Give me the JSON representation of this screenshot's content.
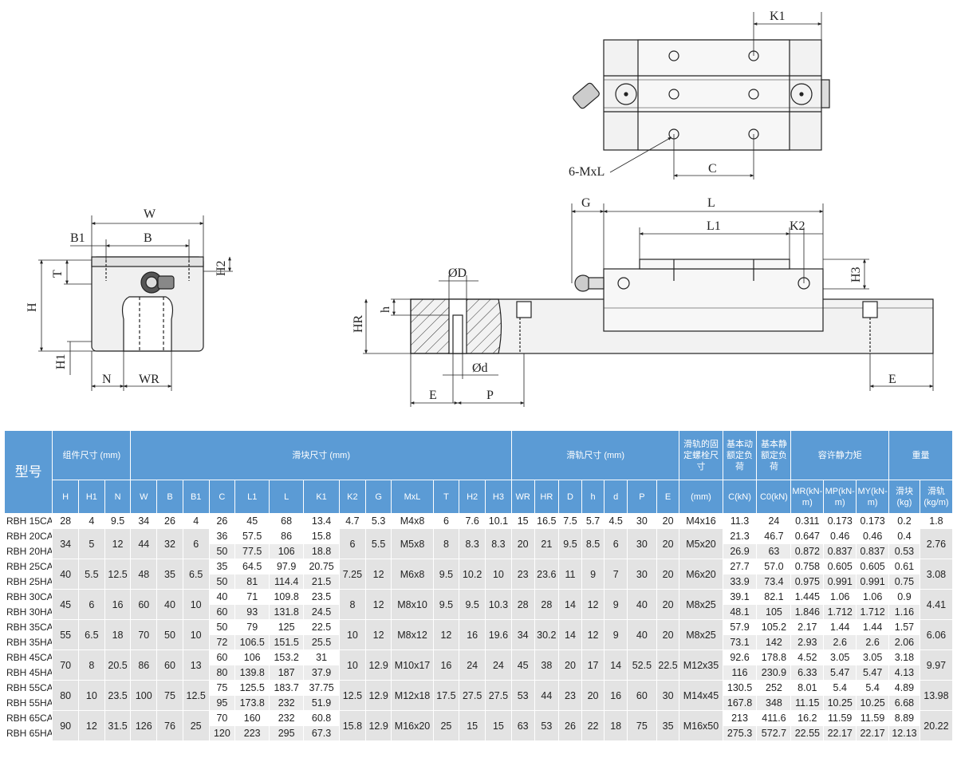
{
  "drawing": {
    "labels": {
      "w": "W",
      "b1": "B1",
      "b": "B",
      "t": "T",
      "h": "H",
      "h2": "H2",
      "h1": "H1",
      "n": "N",
      "wr": "WR",
      "k1": "K1",
      "mxl": "6-MxL",
      "c": "C",
      "g": "G",
      "l": "L",
      "l1": "L1",
      "k2": "K2",
      "h3": "H3",
      "phi_d_big": "ØD",
      "phi_d_small": "Ød",
      "h_small": "h",
      "hr": "HR",
      "e_left": "E",
      "p": "P",
      "e_right": "E"
    }
  },
  "table": {
    "group_headers": {
      "model": "型号",
      "assembly": "组件尺寸 (mm)",
      "block": "滑块尺寸 (mm)",
      "rail": "滑轨尺寸 (mm)",
      "screw": "滑轨的固定螺栓尺寸",
      "dyn": "基本动额定负荷",
      "stat": "基本静额定负荷",
      "moment": "容许静力矩",
      "weight": "重量"
    },
    "sub_headers": [
      "H",
      "H1",
      "N",
      "W",
      "B",
      "B1",
      "C",
      "L1",
      "L",
      "K1",
      "K2",
      "G",
      "MxL",
      "T",
      "H2",
      "H3",
      "WR",
      "HR",
      "D",
      "h",
      "d",
      "P",
      "E",
      "(mm)",
      "C(kN)",
      "C0(kN)",
      "MR(kN-m)",
      "MP(kN-m)",
      "MY(kN-m)",
      "滑块(kg)",
      "滑轨(kg/m)"
    ],
    "sizes": [
      {
        "rows": [
          {
            "model": "RBH 15CA",
            "C": "26",
            "L1": "45",
            "L": "68",
            "K1": "13.4",
            "Cdyn": "11.3",
            "C0": "24",
            "MR": "0.311",
            "MP": "0.173",
            "MY": "0.173",
            "block_kg": "0.2"
          }
        ],
        "shared": {
          "H": "28",
          "H1": "4",
          "N": "9.5",
          "W": "34",
          "B": "26",
          "B1": "4",
          "K2": "4.7",
          "G": "5.3",
          "MxL": "M4x8",
          "T": "6",
          "H2": "7.6",
          "H3": "10.1",
          "WR": "15",
          "HR": "16.5",
          "D": "7.5",
          "h": "5.7",
          "d": "4.5",
          "P": "30",
          "E": "20",
          "screw": "M4x16",
          "rail_kgm": "1.8"
        }
      },
      {
        "rows": [
          {
            "model": "RBH 20CA",
            "C": "36",
            "L1": "57.5",
            "L": "86",
            "K1": "15.8",
            "Cdyn": "21.3",
            "C0": "46.7",
            "MR": "0.647",
            "MP": "0.46",
            "MY": "0.46",
            "block_kg": "0.4"
          },
          {
            "model": "RBH 20HA",
            "C": "50",
            "L1": "77.5",
            "L": "106",
            "K1": "18.8",
            "Cdyn": "26.9",
            "C0": "63",
            "MR": "0.872",
            "MP": "0.837",
            "MY": "0.837",
            "block_kg": "0.53"
          }
        ],
        "shared": {
          "H": "34",
          "H1": "5",
          "N": "12",
          "W": "44",
          "B": "32",
          "B1": "6",
          "K2": "6",
          "G": "5.5",
          "MxL": "M5x8",
          "T": "8",
          "H2": "8.3",
          "H3": "8.3",
          "WR": "20",
          "HR": "21",
          "D": "9.5",
          "h": "8.5",
          "d": "6",
          "P": "30",
          "E": "20",
          "screw": "M5x20",
          "rail_kgm": "2.76"
        }
      },
      {
        "rows": [
          {
            "model": "RBH 25CA",
            "C": "35",
            "L1": "64.5",
            "L": "97.9",
            "K1": "20.75",
            "Cdyn": "27.7",
            "C0": "57.0",
            "MR": "0.758",
            "MP": "0.605",
            "MY": "0.605",
            "block_kg": "0.61"
          },
          {
            "model": "RBH 25HA",
            "C": "50",
            "L1": "81",
            "L": "114.4",
            "K1": "21.5",
            "Cdyn": "33.9",
            "C0": "73.4",
            "MR": "0.975",
            "MP": "0.991",
            "MY": "0.991",
            "block_kg": "0.75"
          }
        ],
        "shared": {
          "H": "40",
          "H1": "5.5",
          "N": "12.5",
          "W": "48",
          "B": "35",
          "B1": "6.5",
          "K2": "7.25",
          "G": "12",
          "MxL": "M6x8",
          "T": "9.5",
          "H2": "10.2",
          "H3": "10",
          "WR": "23",
          "HR": "23.6",
          "D": "11",
          "h": "9",
          "d": "7",
          "P": "30",
          "E": "20",
          "screw": "M6x20",
          "rail_kgm": "3.08"
        }
      },
      {
        "rows": [
          {
            "model": "RBH 30CA",
            "C": "40",
            "L1": "71",
            "L": "109.8",
            "K1": "23.5",
            "Cdyn": "39.1",
            "C0": "82.1",
            "MR": "1.445",
            "MP": "1.06",
            "MY": "1.06",
            "block_kg": "0.9"
          },
          {
            "model": "RBH 30HA",
            "C": "60",
            "L1": "93",
            "L": "131.8",
            "K1": "24.5",
            "Cdyn": "48.1",
            "C0": "105",
            "MR": "1.846",
            "MP": "1.712",
            "MY": "1.712",
            "block_kg": "1.16"
          }
        ],
        "shared": {
          "H": "45",
          "H1": "6",
          "N": "16",
          "W": "60",
          "B": "40",
          "B1": "10",
          "K2": "8",
          "G": "12",
          "MxL": "M8x10",
          "T": "9.5",
          "H2": "9.5",
          "H3": "10.3",
          "WR": "28",
          "HR": "28",
          "D": "14",
          "h": "12",
          "d": "9",
          "P": "40",
          "E": "20",
          "screw": "M8x25",
          "rail_kgm": "4.41"
        }
      },
      {
        "rows": [
          {
            "model": "RBH 35CA",
            "C": "50",
            "L1": "79",
            "L": "125",
            "K1": "22.5",
            "Cdyn": "57.9",
            "C0": "105.2",
            "MR": "2.17",
            "MP": "1.44",
            "MY": "1.44",
            "block_kg": "1.57"
          },
          {
            "model": "RBH 35HA",
            "C": "72",
            "L1": "106.5",
            "L": "151.5",
            "K1": "25.5",
            "Cdyn": "73.1",
            "C0": "142",
            "MR": "2.93",
            "MP": "2.6",
            "MY": "2.6",
            "block_kg": "2.06"
          }
        ],
        "shared": {
          "H": "55",
          "H1": "6.5",
          "N": "18",
          "W": "70",
          "B": "50",
          "B1": "10",
          "K2": "10",
          "G": "12",
          "MxL": "M8x12",
          "T": "12",
          "H2": "16",
          "H3": "19.6",
          "WR": "34",
          "HR": "30.2",
          "D": "14",
          "h": "12",
          "d": "9",
          "P": "40",
          "E": "20",
          "screw": "M8x25",
          "rail_kgm": "6.06"
        }
      },
      {
        "rows": [
          {
            "model": "RBH 45CA",
            "C": "60",
            "L1": "106",
            "L": "153.2",
            "K1": "31",
            "Cdyn": "92.6",
            "C0": "178.8",
            "MR": "4.52",
            "MP": "3.05",
            "MY": "3.05",
            "block_kg": "3.18"
          },
          {
            "model": "RBH 45HA",
            "C": "80",
            "L1": "139.8",
            "L": "187",
            "K1": "37.9",
            "Cdyn": "116",
            "C0": "230.9",
            "MR": "6.33",
            "MP": "5.47",
            "MY": "5.47",
            "block_kg": "4.13"
          }
        ],
        "shared": {
          "H": "70",
          "H1": "8",
          "N": "20.5",
          "W": "86",
          "B": "60",
          "B1": "13",
          "K2": "10",
          "G": "12.9",
          "MxL": "M10x17",
          "T": "16",
          "H2": "24",
          "H3": "24",
          "WR": "45",
          "HR": "38",
          "D": "20",
          "h": "17",
          "d": "14",
          "P": "52.5",
          "E": "22.5",
          "screw": "M12x35",
          "rail_kgm": "9.97"
        }
      },
      {
        "rows": [
          {
            "model": "RBH 55CA",
            "C": "75",
            "L1": "125.5",
            "L": "183.7",
            "K1": "37.75",
            "Cdyn": "130.5",
            "C0": "252",
            "MR": "8.01",
            "MP": "5.4",
            "MY": "5.4",
            "block_kg": "4.89"
          },
          {
            "model": "RBH 55HA",
            "C": "95",
            "L1": "173.8",
            "L": "232",
            "K1": "51.9",
            "Cdyn": "167.8",
            "C0": "348",
            "MR": "11.15",
            "MP": "10.25",
            "MY": "10.25",
            "block_kg": "6.68"
          }
        ],
        "shared": {
          "H": "80",
          "H1": "10",
          "N": "23.5",
          "W": "100",
          "B": "75",
          "B1": "12.5",
          "K2": "12.5",
          "G": "12.9",
          "MxL": "M12x18",
          "T": "17.5",
          "H2": "27.5",
          "H3": "27.5",
          "WR": "53",
          "HR": "44",
          "D": "23",
          "h": "20",
          "d": "16",
          "P": "60",
          "E": "30",
          "screw": "M14x45",
          "rail_kgm": "13.98"
        }
      },
      {
        "rows": [
          {
            "model": "RBH 65CA",
            "C": "70",
            "L1": "160",
            "L": "232",
            "K1": "60.8",
            "Cdyn": "213",
            "C0": "411.6",
            "MR": "16.2",
            "MP": "11.59",
            "MY": "11.59",
            "block_kg": "8.89"
          },
          {
            "model": "RBH 65HA",
            "C": "120",
            "L1": "223",
            "L": "295",
            "K1": "67.3",
            "Cdyn": "275.3",
            "C0": "572.7",
            "MR": "22.55",
            "MP": "22.17",
            "MY": "22.17",
            "block_kg": "12.13"
          }
        ],
        "shared": {
          "H": "90",
          "H1": "12",
          "N": "31.5",
          "W": "126",
          "B": "76",
          "B1": "25",
          "K2": "15.8",
          "G": "12.9",
          "MxL": "M16x20",
          "T": "25",
          "H2": "15",
          "H3": "15",
          "WR": "63",
          "HR": "53",
          "D": "26",
          "h": "22",
          "d": "18",
          "P": "75",
          "E": "35",
          "screw": "M16x50",
          "rail_kgm": "20.22"
        }
      }
    ]
  }
}
